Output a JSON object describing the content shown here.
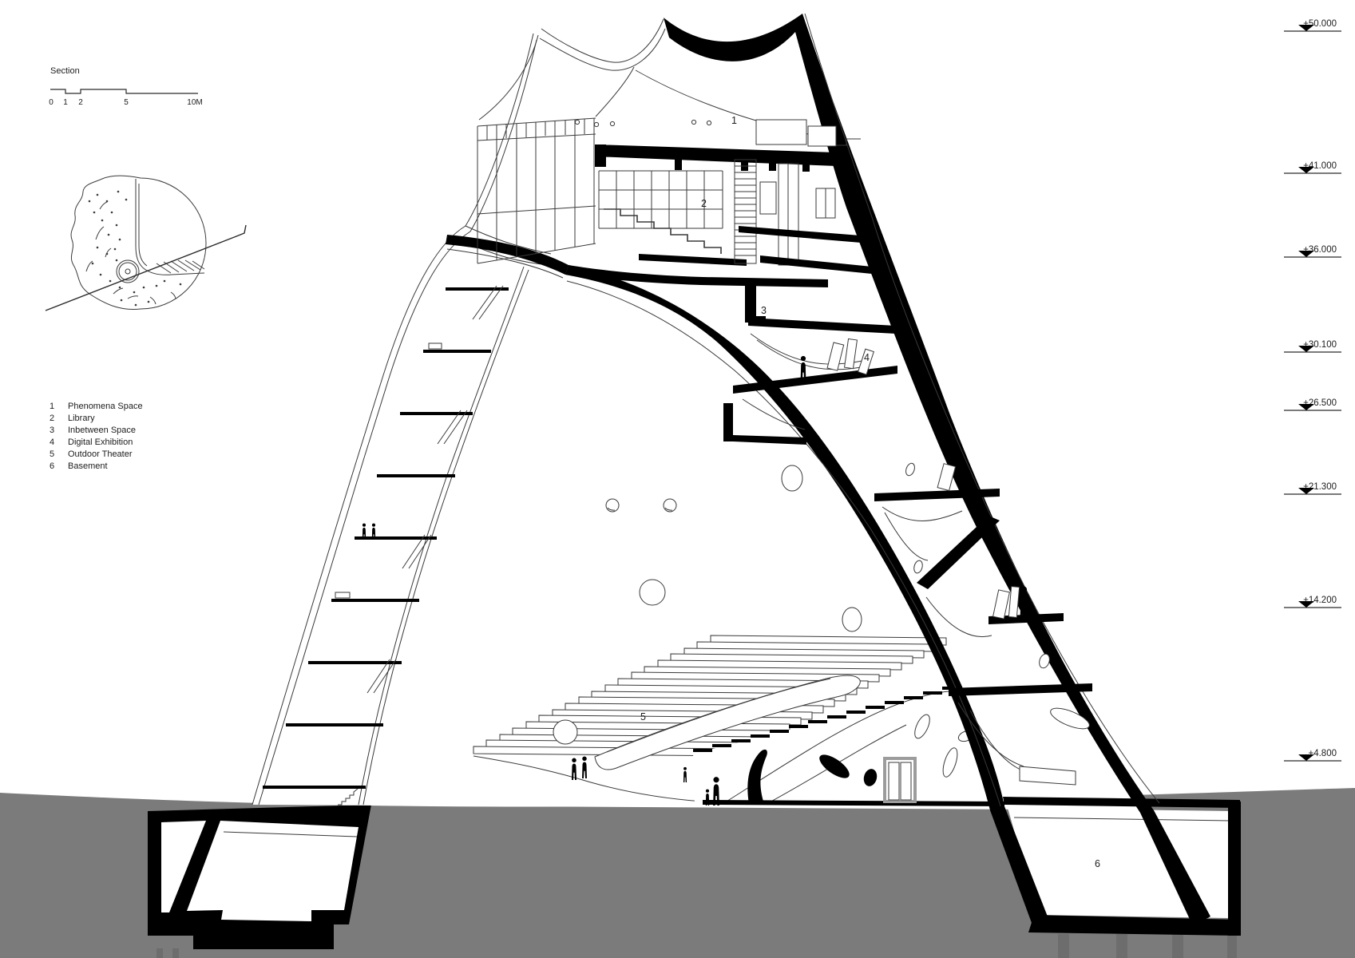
{
  "title": {
    "label": "Section"
  },
  "scale_bar": {
    "ticks": [
      "0",
      "1",
      "2",
      "5",
      "10M"
    ]
  },
  "legend": {
    "items": [
      {
        "num": "1",
        "label": "Phenomena Space"
      },
      {
        "num": "2",
        "label": "Library"
      },
      {
        "num": "3",
        "label": "Inbetween Space"
      },
      {
        "num": "4",
        "label": "Digital Exhibition"
      },
      {
        "num": "5",
        "label": "Outdoor Theater"
      },
      {
        "num": "6",
        "label": "Basement"
      }
    ]
  },
  "levels": {
    "items": [
      {
        "value": "+50.000"
      },
      {
        "value": "+41.000"
      },
      {
        "value": "+36.000"
      },
      {
        "value": "+30.100"
      },
      {
        "value": "+26.500"
      },
      {
        "value": "+21.300"
      },
      {
        "value": "+14.200"
      },
      {
        "value": "+4.800"
      }
    ]
  },
  "drawing": {
    "space_labels": [
      "1",
      "2",
      "3",
      "4",
      "5",
      "6"
    ]
  },
  "colors": {
    "ink": "#000000",
    "thin_line": "#3a3a3a",
    "ground": "#7b7b7b",
    "pile": "#6d6d6d",
    "door_frame": "#9c9c9c"
  }
}
